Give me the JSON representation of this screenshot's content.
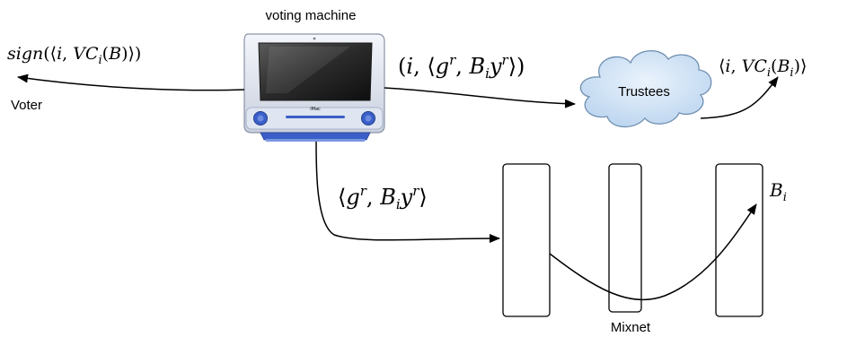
{
  "labels": {
    "voting_machine": "voting machine",
    "voter": "Voter",
    "trustees": "Trustees",
    "mixnet": "Mixnet",
    "imac_badge": "iMac"
  },
  "formulas": {
    "voter_msg": {
      "a": "sign",
      "b": "(⟨",
      "c": "i",
      "d": ", ",
      "e": "VC",
      "f": "i",
      "g": "(",
      "h": "B",
      "i": ")⟩)"
    },
    "trustee_in": {
      "a": "(",
      "b": "i",
      "c": ", ⟨",
      "d": "g",
      "e": "r",
      "f": ", ",
      "g": "B",
      "h": "i",
      "i": "y",
      "j": "r",
      "k": "⟩)"
    },
    "trustee_out": {
      "a": "⟨",
      "b": "i",
      "c": ", ",
      "d": "VC",
      "e": "i",
      "f": "(",
      "g": "B",
      "h": "i",
      "i": ")⟩"
    },
    "mix_in": {
      "a": "⟨",
      "b": "g",
      "c": "r",
      "d": ", ",
      "e": "B",
      "f": "i",
      "g": "y",
      "h": "r",
      "i": "⟩"
    },
    "mix_out": {
      "a": "B",
      "b": "i"
    }
  },
  "colors": {
    "cloud_fill": "#cfe3f6",
    "cloud_stroke": "#6f8fb0",
    "monitor_blue": "#3a5fc8",
    "arrow": "#000000"
  }
}
